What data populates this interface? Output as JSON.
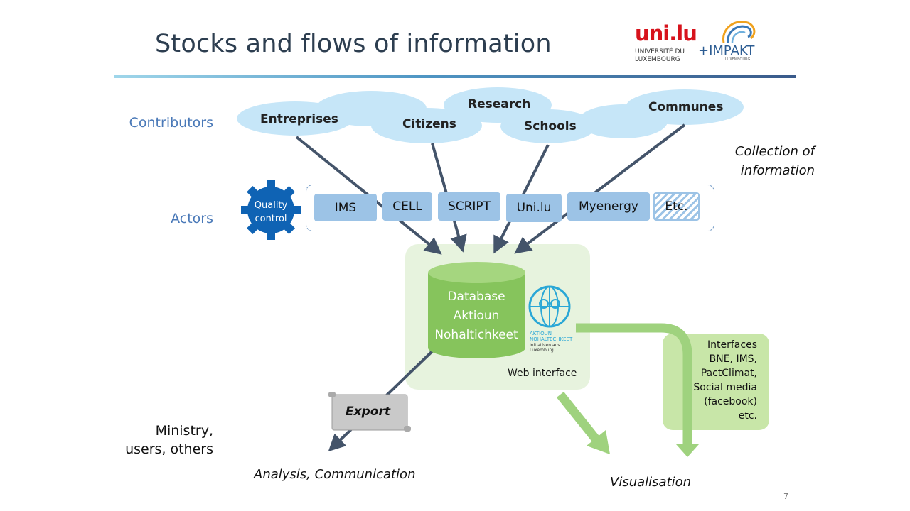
{
  "title": "Stocks and flows of information",
  "logos": {
    "unilu": {
      "mark": "uni.lu",
      "subtitle_line1": "UNIVERSITÉ DU",
      "subtitle_line2": "LUXEMBOURG"
    },
    "impakt": {
      "mark": "+IMPAKT",
      "subtitle": "LUXEMBOURG"
    }
  },
  "row_labels": {
    "contributors": "Contributors",
    "actors": "Actors"
  },
  "contributors": [
    "Entreprises",
    "Citizens",
    "Research",
    "Schools",
    "Communes"
  ],
  "collection": {
    "line1": "Collection of",
    "line2": "information"
  },
  "quality_control": {
    "line1": "Quality",
    "line2": "control"
  },
  "actors": [
    "IMS",
    "CELL",
    "SCRIPT",
    "Uni.lu",
    "Myenergy",
    "Etc."
  ],
  "database": {
    "line1": "Database",
    "line2": "Aktioun",
    "line3": "Nohaltichkeet"
  },
  "aktioun_logo": {
    "line1": "AKTIOUN",
    "line2": "NOHALTECHKEET",
    "sub1": "Initiativen aus",
    "sub2": "Luxemburg"
  },
  "web_interface": "Web interface",
  "interfaces": [
    "Interfaces",
    "BNE, IMS,",
    "PactClimat,",
    "Social media",
    "(facebook)",
    "etc."
  ],
  "export": "Export",
  "users": {
    "line1": "Ministry,",
    "line2": "users, others"
  },
  "analysis": "Analysis, Communication",
  "visualisation": "Visualisation",
  "page_number": "7",
  "colors": {
    "title": "#2d3e50",
    "row_label": "#4a79b8",
    "cloud": "#c6e6f8",
    "actor_box": "#9cc3e6",
    "gear": "#0f63b4",
    "database": "#86c45c",
    "db_panel": "#e7f3de",
    "interfaces_panel": "#c8e6a8",
    "arrow_dark": "#44546a",
    "arrow_green": "#9fd27e"
  }
}
